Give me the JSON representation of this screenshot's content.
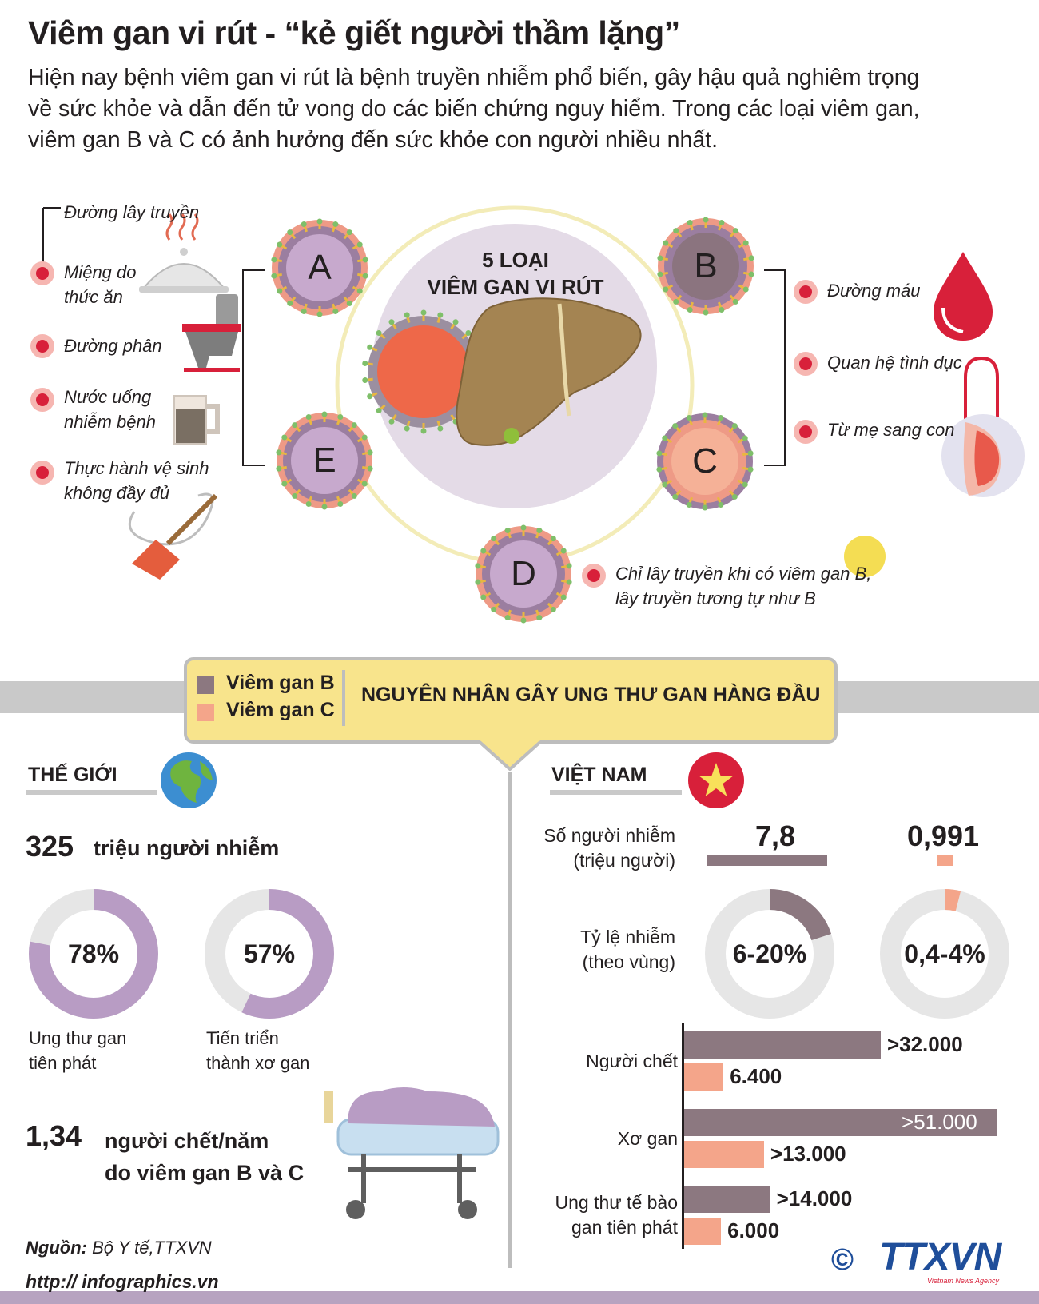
{
  "title": "Viêm gan vi rút - “kẻ giết người thầm lặng”",
  "intro": [
    "Hiện nay bệnh viêm gan vi rút là bệnh truyền nhiễm phổ biến, gây hậu quả nghiêm trọng",
    "về sức khỏe và dẫn đến tử vong do các biến chứng nguy hiểm. Trong các loại viêm gan,",
    "viêm gan B và C có ảnh hưởng đến sức khỏe con người nhiều nhất."
  ],
  "center": {
    "line1": "5 LOẠI",
    "line2": "VIÊM GAN VI RÚT"
  },
  "viruses": [
    "A",
    "B",
    "C",
    "D",
    "E"
  ],
  "transmission_title": "Đường lây truyền",
  "left_routes": [
    [
      "Miệng do",
      "thức ăn"
    ],
    [
      "Đường phân"
    ],
    [
      "Nước uống",
      "nhiễm bệnh"
    ],
    [
      "Thực hành vệ sinh",
      "không đầy đủ"
    ]
  ],
  "right_routes": [
    "Đường máu",
    "Quan hệ tình dục",
    "Từ mẹ sang con"
  ],
  "d_note": [
    "Chỉ lây truyền khi có viêm gan B,",
    "lây truyền tương tự như B"
  ],
  "legend": {
    "b": "Viêm gan B",
    "c": "Viêm gan C",
    "b_color": "#8c7880",
    "c_color": "#f4a58a",
    "headline": "NGUYÊN NHÂN GÂY UNG THƯ GAN HÀNG ĐẦU"
  },
  "world": {
    "header": "THẾ GIỚI",
    "infected_number": "325",
    "infected_text": "triệu người nhiễm",
    "rings": [
      {
        "value": "78%",
        "percent": 78,
        "label": [
          "Ung thư gan",
          "tiên phát"
        ]
      },
      {
        "value": "57%",
        "percent": 57,
        "label": [
          "Tiến triển",
          "thành xơ gan"
        ]
      }
    ],
    "deaths_number": "1,34",
    "deaths_text": [
      "người chết/năm",
      "do viêm gan B và C"
    ]
  },
  "vietnam": {
    "header": "VIỆT NAM",
    "infected_label": [
      "Số người nhiễm",
      "(triệu người)"
    ],
    "infected_b": "7,8",
    "infected_c": "0,991",
    "infected_b_value": 7.8,
    "infected_c_value": 0.991,
    "rate_label": [
      "Tỷ lệ nhiễm",
      "(theo vùng)"
    ],
    "rate_b": "6-20%",
    "rate_c": "0,4-4%",
    "rate_b_percent": 20,
    "rate_c_percent": 4
  },
  "chart_data": {
    "type": "bar",
    "categories": [
      "Người chết",
      "Xơ gan",
      "Ung thư tế bào gan tiên phát"
    ],
    "category_lines": [
      [
        "Người chết"
      ],
      [
        "Xơ gan"
      ],
      [
        "Ung thư tế bào",
        "gan tiên phát"
      ]
    ],
    "series": [
      {
        "name": "Viêm gan B",
        "values": [
          32000,
          51000,
          14000
        ],
        "labels": [
          ">32.000",
          ">51.000",
          ">14.000"
        ],
        "color": "#8c7880"
      },
      {
        "name": "Viêm gan C",
        "values": [
          6400,
          13000,
          6000
        ],
        "labels": [
          "6.400",
          ">13.000",
          "6.000"
        ],
        "color": "#f4a58a"
      }
    ],
    "xlim": [
      0,
      51000
    ]
  },
  "source_label": "Nguồn:",
  "source_text": "Bộ Y tế,TTXVN",
  "footer_url": "http:// infographics.vn",
  "logo_text": "TTXVN",
  "logo_sub": "Vietnam News Agency",
  "copyright": "©"
}
